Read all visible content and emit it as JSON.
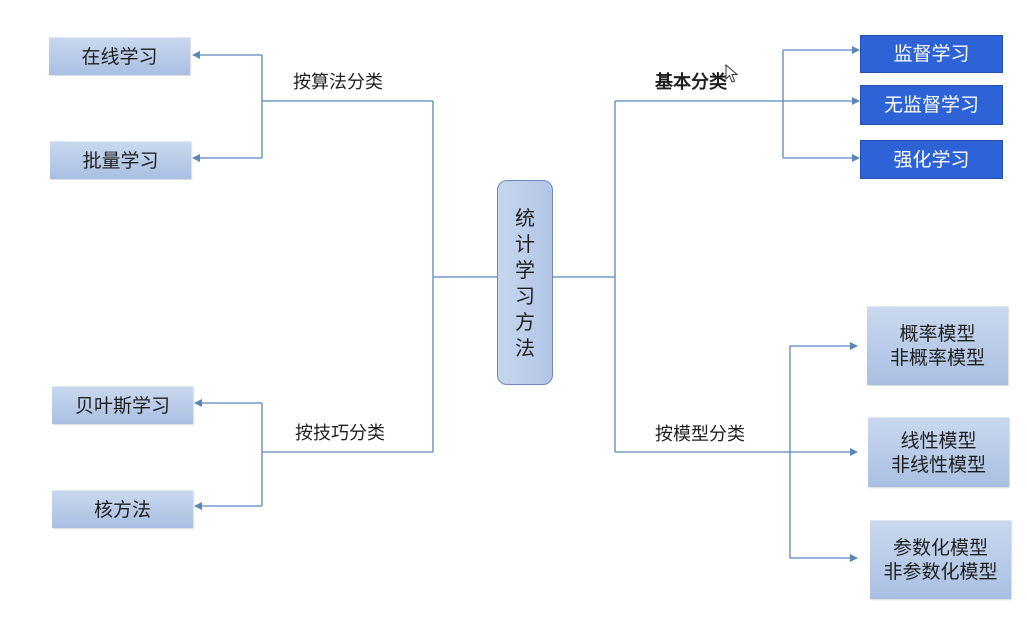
{
  "center": {
    "chars": [
      "统",
      "计",
      "学",
      "习",
      "方",
      "法"
    ]
  },
  "branches": {
    "algorithm": {
      "label": "按算法分类",
      "items": [
        "在线学习",
        "批量学习"
      ]
    },
    "technique": {
      "label": "按技巧分类",
      "items": [
        "贝叶斯学习",
        "核方法"
      ]
    },
    "basic": {
      "label": "基本分类",
      "items": [
        "监督学习",
        "无监督学习",
        "强化学习"
      ]
    },
    "model": {
      "label": "按模型分类",
      "items": [
        [
          "概率模型",
          "非概率模型"
        ],
        [
          "线性模型",
          "非线性模型"
        ],
        [
          "参数化模型",
          "非参数化模型"
        ]
      ]
    }
  },
  "colors": {
    "connector": "#5b86b8",
    "leaf_light": "#b4c8e8",
    "leaf_dark": "#2d63d7",
    "center_fill": "#bccde9"
  },
  "icons": {
    "cursor": "mouse-pointer-icon"
  }
}
